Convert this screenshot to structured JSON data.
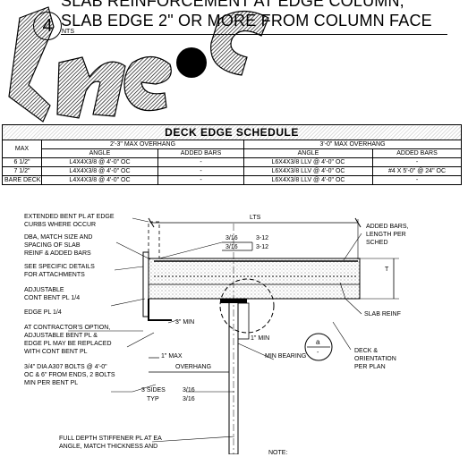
{
  "title": {
    "detail_number": "4",
    "line1": "SLAB REINFORCEMENT AT EDGE COLUMN,",
    "line2": "SLAB EDGE 2\" OR MORE FROM COLUMN FACE",
    "scale": "NTS"
  },
  "schedule": {
    "title": "DECK EDGE SCHEDULE",
    "col_max": "MAX",
    "group1": "2'-3\" MAX OVERHANG",
    "group2": "3'-0\" MAX OVERHANG",
    "angle": "ANGLE",
    "added_bars": "ADDED BARS",
    "rows": [
      {
        "max": "6 1/2\"",
        "a1": "L4X4X3/8 @ 4'-0\" OC",
        "b1": "-",
        "a2": "L6X4X3/8 LLV @ 4'-0\" OC",
        "b2": "-"
      },
      {
        "max": "7 1/2\"",
        "a1": "L4X4X3/8 @ 4'-0\" OC",
        "b1": "-",
        "a2": "L6X4X3/8 LLV @ 4'-0\" OC",
        "b2": "#4 X 5'-0\" @ 24\" OC"
      },
      {
        "max": "BARE DECK",
        "a1": "L4X4X3/8 @ 4'-0\" OC",
        "b1": "-",
        "a2": "L6X4X3/8 LLV @ 4'-0\" OC",
        "b2": "-"
      }
    ]
  },
  "notes": {
    "n1a": "EXTENDED BENT PL AT EDGE",
    "n1b": "CURBS WHERE OCCUR",
    "n2a": "DBA, MATCH SIZE AND",
    "n2b": "SPACING OF SLAB",
    "n2c": "REINF & ADDED BARS",
    "n3a": "SEE SPECIFIC DETAILS",
    "n3b": "FOR ATTACHMENTS",
    "n4a": "ADJUSTABLE",
    "n4b": "CONT BENT PL 1/4",
    "n5": "EDGE PL 1/4",
    "n6a": "AT CONTRACTOR'S OPTION,",
    "n6b": "ADJUSTABLE BENT PL &",
    "n6c": "EDGE PL MAY BE REPLACED",
    "n6d": "WITH CONT BENT PL",
    "n7a": "3/4\" DIA A307 BOLTS @ 4'-0\"",
    "n7b": "OC & 6\" FROM ENDS, 2 BOLTS",
    "n7c": "MIN PER BENT PL",
    "n8a": "FULL DEPTH STIFFENER PL AT EA",
    "n8b": "ANGLE, MATCH THICKNESS AND",
    "lts": "LTS",
    "t": "t",
    "weld1a": "3/16",
    "weld1b": "3-12",
    "weld2a": "3/16",
    "weld2b": "3-12",
    "min3": "3\" MIN",
    "min1": "1\" MIN",
    "max1": "1\" MAX",
    "overhang": "OVERHANG",
    "min_bearing": "MIN BEARING",
    "sides3": "3 SIDES",
    "typ": "TYP",
    "weld3a": "3/16",
    "weld3b": "3/16",
    "added_bars_a": "ADDED BARS,",
    "added_bars_b": "LENGTH PER",
    "added_bars_c": "SCHED",
    "slab_reinf": "SLAB REINF",
    "deck_a": "DECK &",
    "deck_b": "ORIENTATION",
    "deck_c": "PER PLAN",
    "section_a": "a",
    "section_b": "-",
    "note": "NOTE:"
  }
}
